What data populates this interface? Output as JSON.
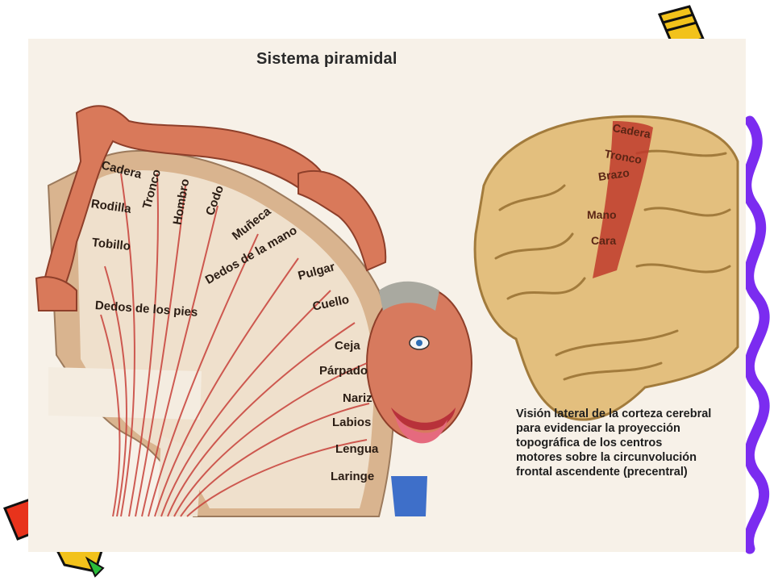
{
  "title": "Sistema piramidal",
  "homunculus_labels": {
    "cadera": "Cadera",
    "tronco": "Tronco",
    "hombro": "Hombro",
    "codo": "Codo",
    "rodilla": "Rodilla",
    "muneca": "Muñeca",
    "tobillo": "Tobillo",
    "dedos_mano": "Dedos de la mano",
    "pulgar": "Pulgar",
    "dedos_pies": "Dedos de los pies",
    "cuello": "Cuello",
    "ceja": "Ceja",
    "parpado": "Párpado",
    "nariz": "Nariz",
    "labios": "Labios",
    "lengua": "Lengua",
    "laringe": "Laringe"
  },
  "brain_labels": {
    "cadera": "Cadera",
    "tronco": "Tronco",
    "brazo": "Brazo",
    "mano": "Mano",
    "cara": "Cara"
  },
  "caption_lines": [
    "Visión lateral de la corteza cerebral",
    "para evidenciar la proyección",
    "topográfica de los centros",
    "motores sobre la circunvolución",
    "frontal ascendente (precentral)"
  ],
  "colors": {
    "accent_purple": "#7b2cf0",
    "fiber_red": "#c8413a",
    "brain_tan": "#e3bf7e",
    "strip_red": "#c0392b"
  }
}
